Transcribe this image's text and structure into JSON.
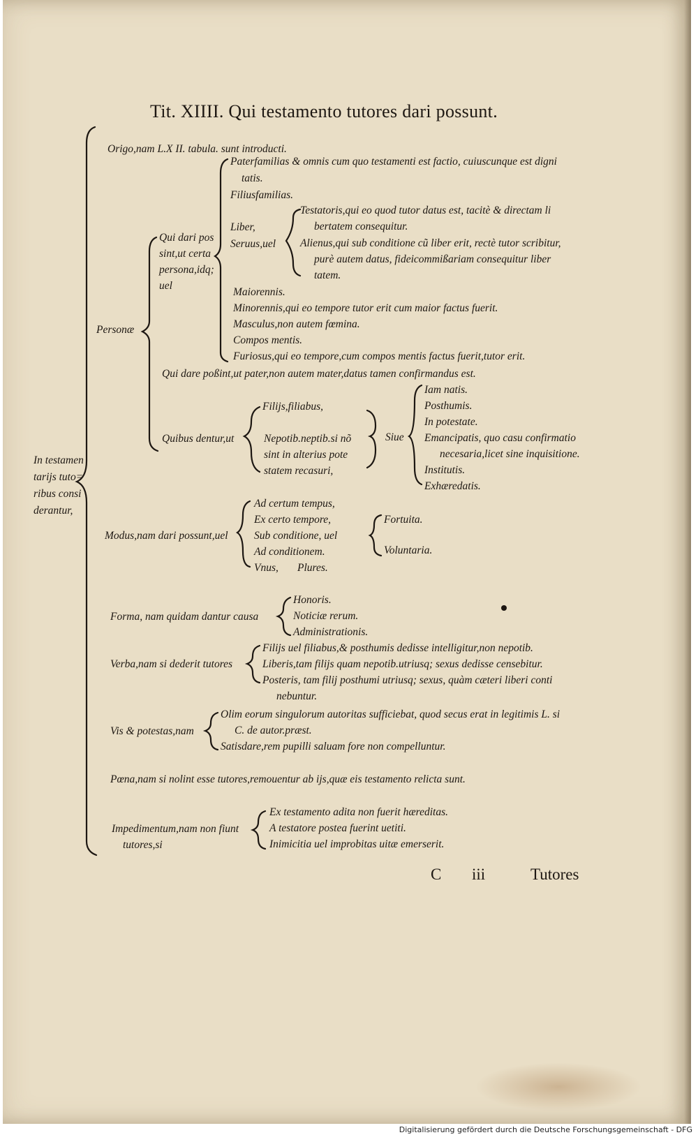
{
  "title": "Tit. XIIII. Qui testamento tutores dari possunt.",
  "root": [
    "In testamen",
    "tarijs tuto=",
    "ribus consi",
    "derantur,"
  ],
  "origo": "Origo,nam L.X II. tabula. sunt introducti.",
  "personae_label": "Personæ",
  "qui_dari": {
    "label": [
      "Qui dari pos",
      "sint,ut certa",
      "persona,idq;",
      "uel"
    ],
    "items": {
      "pater_1": "Paterfamilias & omnis cum quo testamenti est factio, cuiuscunque est digni",
      "pater_2": "tatis.",
      "filius": "Filiusfamilias.",
      "liber": "Liber,",
      "seruus": "Seruus,uel",
      "testatoris_1": "Testatoris,qui eo quod tutor datus est, tacitè & directam li",
      "testatoris_2": "bertatem consequitur.",
      "alienus_1": "Alienus,qui sub conditione cũ liber erit, rectè tutor scribitur,",
      "alienus_2": "purè autem datus, fideicommißariam consequitur liber",
      "alienus_3": "tatem.",
      "maiorennis": "Maiorennis.",
      "minorennis": "Minorennis,qui eo tempore tutor erit cum maior factus fuerit.",
      "masculus": "Masculus,non autem fœmina.",
      "compos": "Compos mentis.",
      "furiosus": "Furiosus,qui eo tempore,cum compos mentis factus fuerit,tutor erit."
    }
  },
  "qui_dare": "Qui dare poßint,ut pater,non autem mater,datus tamen confirmandus est.",
  "quibus": {
    "label": "Quibus dentur,ut",
    "filijs": "Filijs,filiabus,",
    "nepot_1": "Nepotib.neptib.si nõ",
    "nepot_2": "sint in alterius pote",
    "nepot_3": "statem recasuri,",
    "siue": "Siue",
    "list": [
      "Iam natis.",
      "Posthumis.",
      "In potestate.",
      "Emancipatis, quo casu confirmatio",
      "necesaria,licet sine inquisitione.",
      "Institutis.",
      "Exhæredatis."
    ]
  },
  "modus": {
    "label": "Modus,nam dari possunt,uel",
    "items": [
      "Ad certum tempus,",
      "Ex certo tempore,",
      "Sub conditione, uel",
      "Ad conditionem.",
      "Vnus,"
    ],
    "plures": "Plures.",
    "sub": [
      "Fortuita.",
      "Voluntaria."
    ]
  },
  "forma": {
    "label": "Forma, nam quidam dantur causa",
    "items": [
      "Honoris.",
      "Noticiæ rerum.",
      "Administrationis."
    ]
  },
  "verba": {
    "label": "Verba,nam si dederit tutores",
    "items": [
      "Filijs uel filiabus,& posthumis dedisse intelligitur,non nepotib.",
      "Liberis,tam filijs quam nepotib.utriusq; sexus dedisse censebitur.",
      "Posteris, tam filij posthumi utriusq; sexus, quàm cæteri liberi conti",
      "nebuntur."
    ]
  },
  "vis": {
    "label": "Vis & potestas,nam",
    "items": [
      "Olim eorum singulorum autoritas sufficiebat, quod secus erat in legitimis L. si",
      "C. de autor.præst.",
      "Satisdare,rem pupilli saluam fore non compelluntur."
    ]
  },
  "poena": "Pœna,nam si nolint esse tutores,remouentur ab ijs,quæ eis testamento relicta sunt.",
  "impedimentum": {
    "label": [
      "Impedimentum,nam non fiunt",
      "tutores,si"
    ],
    "items": [
      "Ex testamento adita non fuerit hæreditas.",
      "A testatore postea fuerint uetiti.",
      "Inimicitia uel improbitas uitæ emerserit."
    ]
  },
  "footer": {
    "signature": "C",
    "folio": "iii",
    "catchword": "Tutores"
  },
  "credit": "Digitalisierung gefördert durch die Deutsche Forschungsgemeinschaft - DFG"
}
